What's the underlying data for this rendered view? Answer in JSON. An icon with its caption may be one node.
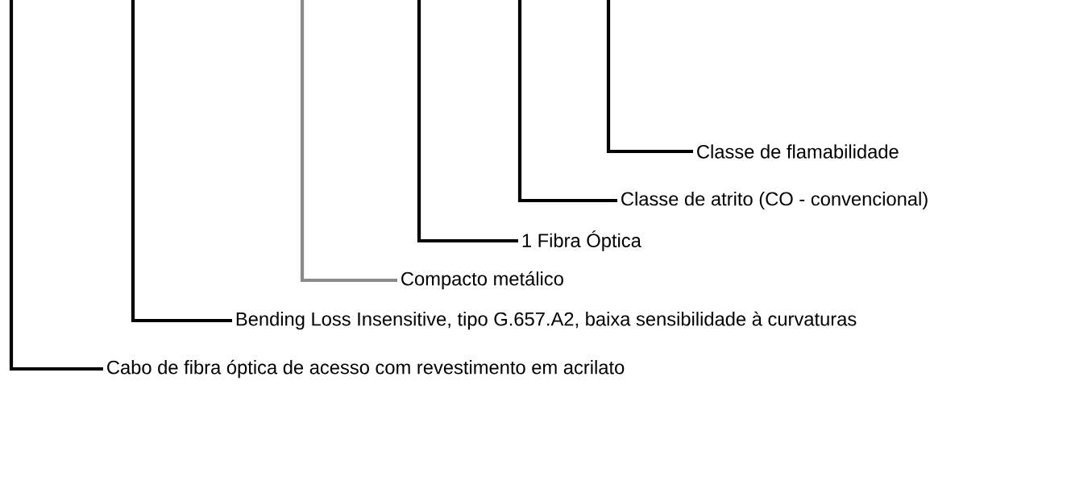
{
  "diagram": {
    "nodes": [
      {
        "text": [
          "Classe de flamabilidade"
        ]
      },
      {
        "text": [
          "Classe de atrito (CO - convencional)"
        ]
      },
      {
        "text": [
          "1 Fibra Óptica"
        ]
      },
      {
        "text": [
          "Compacto metálico"
        ]
      },
      {
        "text": [
          "Bending Loss Insensitive, tipo G.657.A2, baixa sensibilidade à curvaturas"
        ]
      },
      {
        "text": [
          "Cabo de fibra óptica de acesso com revestimento em acrilato"
        ]
      }
    ],
    "edges": [
      {
        "from": 0,
        "to": null,
        "arrow": "none"
      },
      {
        "from": 1,
        "to": null,
        "arrow": "none"
      },
      {
        "from": 2,
        "to": null,
        "arrow": "none"
      },
      {
        "from": 3,
        "to": null,
        "arrow": "none",
        "color": "#8a8a8a"
      },
      {
        "from": 4,
        "to": null,
        "arrow": "none"
      },
      {
        "from": 5,
        "to": null,
        "arrow": "none"
      }
    ]
  }
}
